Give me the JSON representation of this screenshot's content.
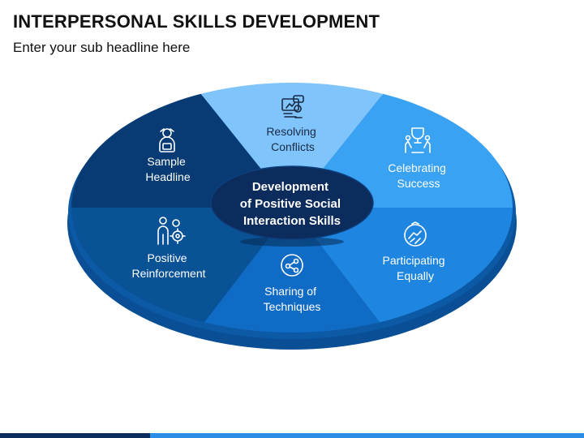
{
  "header": {
    "title": "INTERPERSONAL SKILLS DEVELOPMENT",
    "subtitle": "Enter your sub headline here"
  },
  "diagram": {
    "center": {
      "lines": [
        "Development",
        "of Positive Social",
        "Interaction Skills"
      ],
      "color": "#0b2c5c"
    },
    "segments": [
      {
        "id": "resolving-conflicts",
        "lines": [
          "Resolving",
          "Conflicts"
        ],
        "color": "#7fc4fb",
        "icon": "computer-chat-icon"
      },
      {
        "id": "celebrating-success",
        "lines": [
          "Celebrating",
          "Success"
        ],
        "color": "#3aa2f3",
        "icon": "trophy-people-icon"
      },
      {
        "id": "participating-equally",
        "lines": [
          "Participating",
          "Equally"
        ],
        "color": "#1e86e0",
        "icon": "hands-circle-icon"
      },
      {
        "id": "sharing-of-techniques",
        "lines": [
          "Sharing of",
          "Techniques"
        ],
        "color": "#0f6bc4",
        "icon": "share-nodes-icon"
      },
      {
        "id": "positive-reinforcement",
        "lines": [
          "Positive",
          "Reinforcement"
        ],
        "color": "#0a5296",
        "icon": "person-gears-icon"
      },
      {
        "id": "sample-headline",
        "lines": [
          "Sample",
          "Headline"
        ],
        "color": "#083b73",
        "icon": "person-laptop-icon"
      }
    ]
  },
  "colors": {
    "footer_dark": "#0b2c5c",
    "footer_light": "#2a8de6",
    "rim": "#0a4f95"
  }
}
